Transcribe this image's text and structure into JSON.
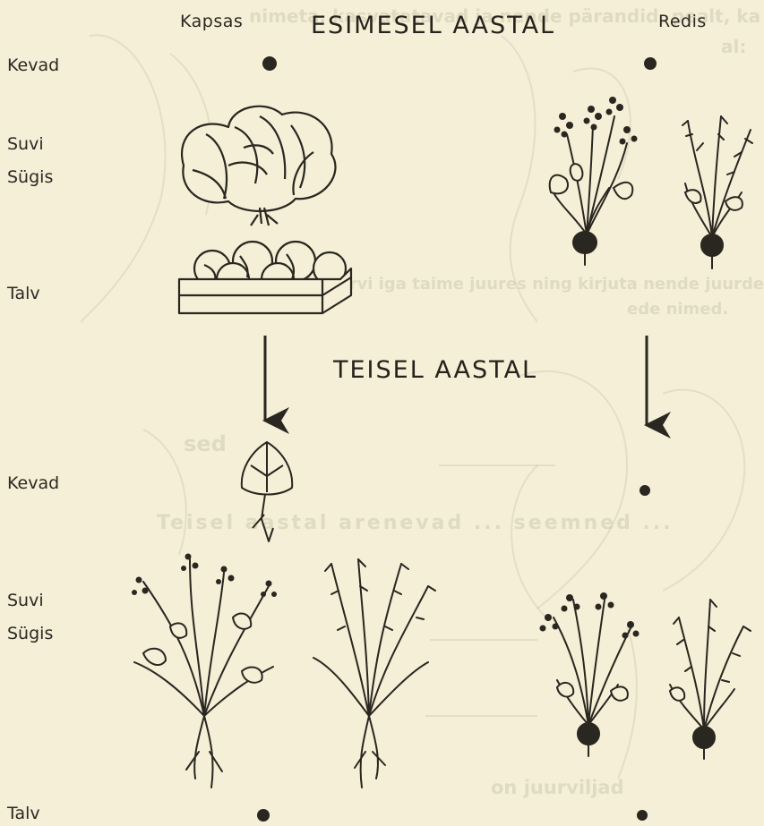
{
  "headings": {
    "first_year": "ESIMESEL AASTAL",
    "second_year": "TEISEL AASTAL"
  },
  "plants": {
    "left": "Kapsas",
    "right": "Redis"
  },
  "seasons": {
    "spring_1": "Kevad",
    "summer_1": "Suvi",
    "autumn_1": "Sügis",
    "winter_1": "Talv",
    "spring_2": "Kevad",
    "summer_2": "Suvi",
    "autumn_2": "Sügis",
    "winter_2": "Talv"
  },
  "bleed_through": {
    "line1": "nimeta, kasvatatavad ja nende pärandid, pealt, ka",
    "line2": "al:",
    "line3": "sa ja värvi iga taime juures ning kirjuta nende juurde ta",
    "line4": "ede nimed.",
    "line5": "sed",
    "line6": "Teisel aastal arenevad ... seemned ...",
    "line7": "on juurviljad"
  },
  "colors": {
    "paper": "#f4efd6",
    "ink": "#2a2620",
    "bleed": "#8a7f6c"
  }
}
